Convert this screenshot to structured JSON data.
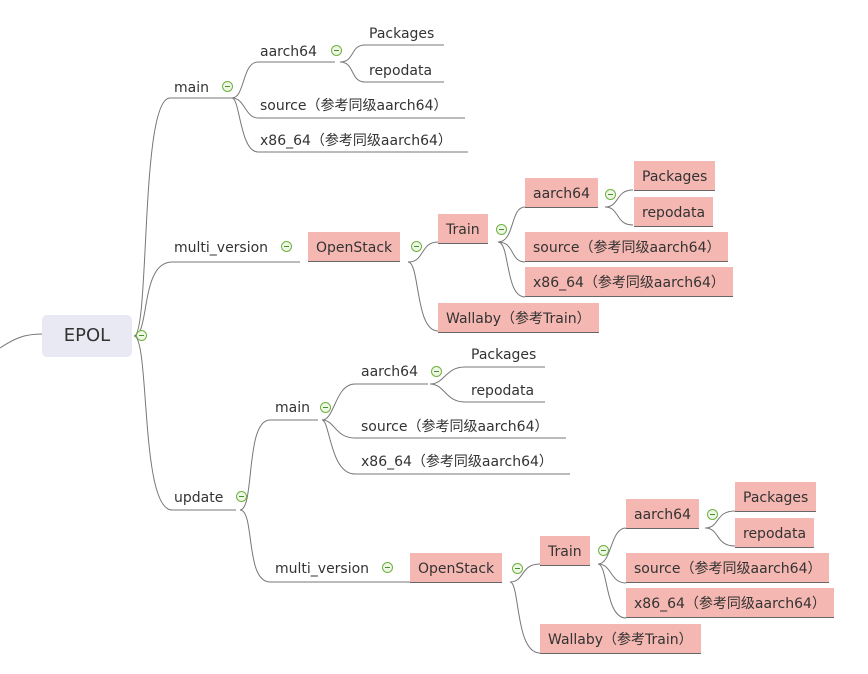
{
  "root": {
    "label": "EPOL"
  },
  "colors": {
    "highlight": "#f5b7b1",
    "root_bg": "#e8e9f2",
    "toggle": "#6cb33e",
    "line": "#777777"
  },
  "nodes": {
    "main": "main",
    "main_aarch64": "aarch64",
    "main_aarch64_packages": "Packages",
    "main_aarch64_repodata": "repodata",
    "main_source": "source（参考同级aarch64）",
    "main_x86": "x86_64（参考同级aarch64）",
    "mv": "multi_version",
    "mv_openstack": "OpenStack",
    "mv_train": "Train",
    "mv_train_aarch64": "aarch64",
    "mv_train_packages": "Packages",
    "mv_train_repodata": "repodata",
    "mv_train_source": "source（参考同级aarch64）",
    "mv_train_x86": "x86_64（参考同级aarch64）",
    "mv_wallaby": "Wallaby（参考Train）",
    "update": "update",
    "up_main": "main",
    "up_main_aarch64": "aarch64",
    "up_main_packages": "Packages",
    "up_main_repodata": "repodata",
    "up_main_source": "source（参考同级aarch64）",
    "up_main_x86": "x86_64（参考同级aarch64）",
    "up_mv": "multi_version",
    "up_openstack": "OpenStack",
    "up_train": "Train",
    "up_train_aarch64": "aarch64",
    "up_train_packages": "Packages",
    "up_train_repodata": "repodata",
    "up_train_source": "source（参考同级aarch64）",
    "up_train_x86": "x86_64（参考同级aarch64）",
    "up_wallaby": "Wallaby（参考Train）"
  }
}
